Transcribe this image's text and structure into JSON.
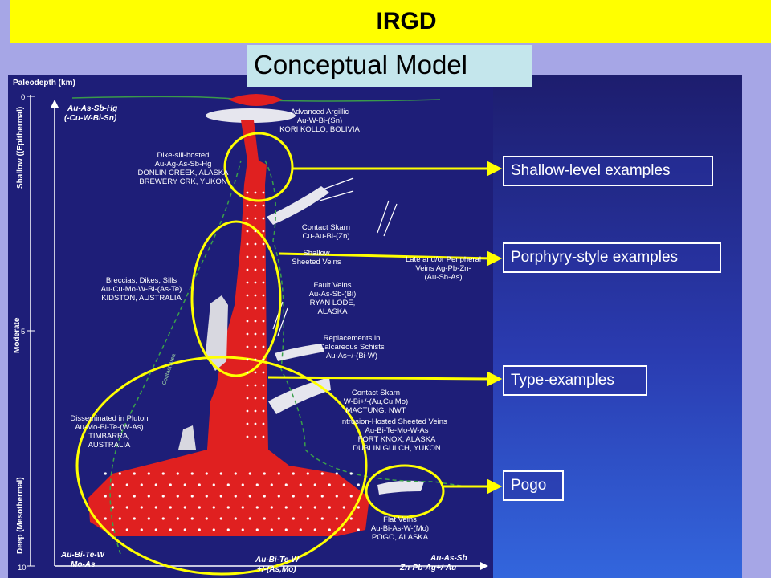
{
  "header": {
    "title": "IRGD"
  },
  "subtitle": "Conceptual Model",
  "diagram": {
    "axis_title": "Paleodepth (km)",
    "ticks": [
      "0",
      "5",
      "10"
    ],
    "zones": [
      "Shallow ((Epithermal)",
      "Moderate",
      "Deep (Mesothermal)"
    ],
    "top_assoc": [
      "Au-As-Sb-Hg",
      "(-Cu-W-Bi-Sn)"
    ],
    "bottom_left_assoc": [
      "Au-Bi-Te-W",
      "Mo-As"
    ],
    "bottom_mid_assoc": [
      "Au-Bi-Te-W",
      "+/-(As,Mo)"
    ],
    "bottom_right_assoc": [
      "Au-As-Sb",
      "Zn-Pb-Ag+/-Au"
    ],
    "labels": {
      "advanced_argillic": [
        "Advanced Argillic",
        "Au-W-Bi-(Sn)",
        "KORI KOLLO, BOLIVIA"
      ],
      "dike_sill": [
        "Dike-sill-hosted",
        "Au-Ag-As-Sb-Hg",
        "DONLIN CREEK, ALASKA",
        "BREWERY CRK, YUKON"
      ],
      "contact_skarn_1": [
        "Contact Skarn",
        "Cu-Au-Bi-(Zn)"
      ],
      "shallow_veins": [
        "Shallow",
        "Sheeted Veins"
      ],
      "late_veins": [
        "Late and/or Peripheral",
        "Veins Ag-Pb-Zn-",
        "(Au-Sb-As)"
      ],
      "breccias": [
        "Breccias, Dikes, Sills",
        "Au-Cu-Mo-W-Bi-(As-Te)",
        "KIDSTON, AUSTRALIA"
      ],
      "fault_veins": [
        "Fault Veins",
        "Au-As-Sb-(Bi)",
        "RYAN LODE,",
        "ALASKA"
      ],
      "replacements": [
        "Replacements in",
        "Calcareous Schists",
        "Au-As+/-(Bi-W)"
      ],
      "contact_skarn_2": [
        "Contact Skarn",
        "W-Bi+/-(Au,Cu,Mo)",
        "MACTUNG, NWT",
        "Intrusion-Hosted Sheeted Veins",
        "Au-Bi-Te-Mo-W-As",
        "FORT KNOX, ALASKA",
        "DUBLIN GULCH, YUKON"
      ],
      "disseminated": [
        "Disseminated in Pluton",
        "Au-Mo-Bi-Te-(W-As)",
        "TIMBARRA,",
        "AUSTRALIA"
      ],
      "flat_veins": [
        "Flat Veins",
        "Au-Bi-As-W-(Mo)",
        "POGO, ALASKA"
      ],
      "contact": "Contact Area"
    }
  },
  "callouts": [
    {
      "label": "Shallow-level examples"
    },
    {
      "label": "Porphyry-style examples"
    },
    {
      "label": "Type-examples"
    },
    {
      "label": "Pogo"
    }
  ],
  "colors": {
    "header_bg": "#ffff00",
    "subtitle_bg": "#c4e6ec",
    "panel_bg": "#1e1e78",
    "pluton": "#e02020",
    "ellipse": "#ffff00",
    "page_bg": "#a6a6e6"
  }
}
